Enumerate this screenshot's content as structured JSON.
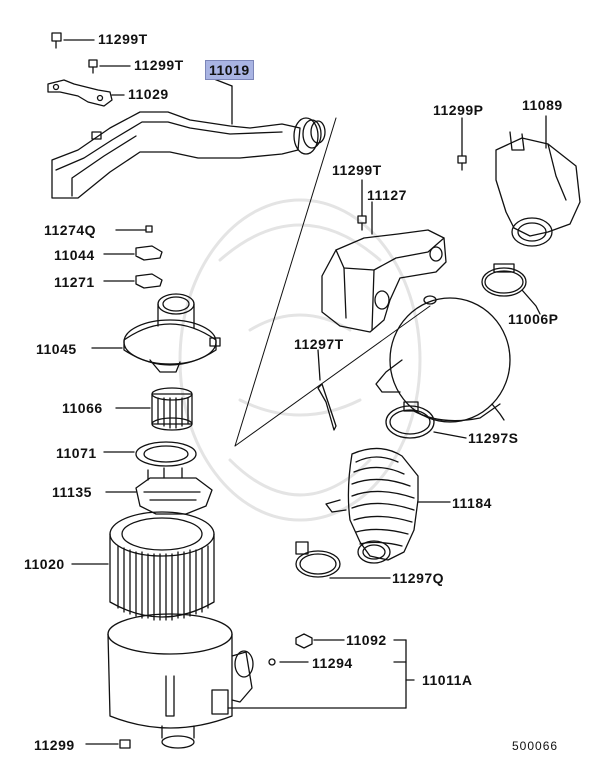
{
  "diagram": {
    "highlighted_part": "11019",
    "labels": {
      "p11299T_a": "11299T",
      "p11299T_b": "11299T",
      "p11019": "11019",
      "p11029": "11029",
      "p11299P": "11299P",
      "p11089": "11089",
      "p11299T_c": "11299T",
      "p11127": "11127",
      "p11274Q": "11274Q",
      "p11044": "11044",
      "p11271": "11271",
      "p11006P": "11006P",
      "p11045": "11045",
      "p11297T": "11297T",
      "p11066": "11066",
      "p11297S": "11297S",
      "p11071": "11071",
      "p11135": "11135",
      "p11184": "11184",
      "p11020": "11020",
      "p11297Q": "11297Q",
      "p11092": "11092",
      "p11294": "11294",
      "p11011A": "11011A",
      "p11299_bottom": "11299"
    },
    "diagram_code": "500066"
  },
  "colors": {
    "line": "#111111",
    "highlight": "#a9b4e3",
    "watermark": "#e4e4e4"
  }
}
